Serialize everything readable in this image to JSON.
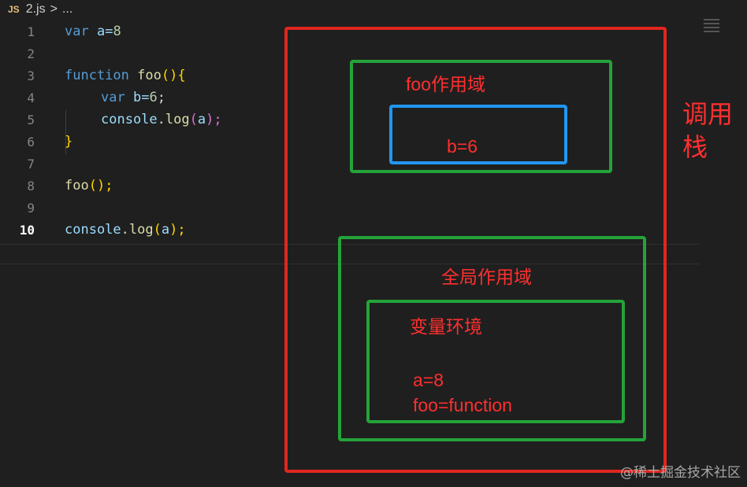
{
  "tab": {
    "file_icon": "JS",
    "file_name": "2.js",
    "separator": ">",
    "trail": "..."
  },
  "code": {
    "line_numbers": [
      "1",
      "2",
      "3",
      "4",
      "5",
      "6",
      "7",
      "8",
      "9",
      "10"
    ],
    "lines": [
      {
        "tokens": [
          "var",
          " a=",
          "8"
        ]
      },
      {
        "tokens": []
      },
      {
        "tokens": [
          "function",
          " ",
          "foo",
          "()",
          "{"
        ]
      },
      {
        "tokens": [
          "var",
          " b=",
          "6",
          ";"
        ]
      },
      {
        "tokens": [
          "console",
          ".",
          "log",
          "(",
          "a",
          ");"
        ]
      },
      {
        "tokens": [
          "}"
        ]
      },
      {
        "tokens": []
      },
      {
        "tokens": [
          "foo",
          "();"
        ]
      },
      {
        "tokens": []
      },
      {
        "tokens": [
          "console",
          ".",
          "log",
          "(",
          "a",
          ");"
        ]
      }
    ]
  },
  "diagram": {
    "call_stack_label_line1": "调用",
    "call_stack_label_line2": "栈",
    "foo_scope": "foo作用域",
    "foo_value": "b=6",
    "global_scope": "全局作用域",
    "var_env": "变量环境",
    "global_value_a": "a=8",
    "global_value_foo": "foo=function"
  },
  "watermark": "@稀土掘金技术社区",
  "colors": {
    "background": "#1f1f1f",
    "red": "#e0261f",
    "green": "#24a33a",
    "blue": "#2196f3"
  }
}
